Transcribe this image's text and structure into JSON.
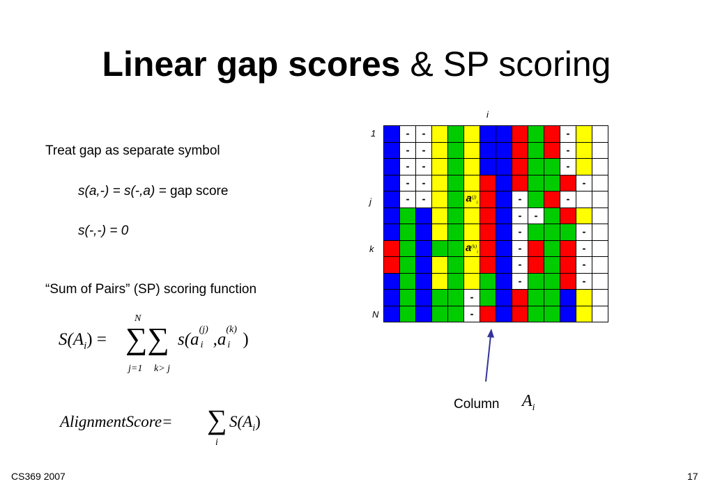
{
  "title": {
    "bold": "Linear gap scores",
    "rest": " & SP scoring"
  },
  "bullets": {
    "treat_gap": "Treat gap as separate symbol",
    "gap_rule_math": "s(a,-) = s(-,a) =",
    "gap_rule_text": " gap score",
    "double_gap": "s(-,-) = 0",
    "sp_function": "“Sum of Pairs” (SP) scoring function"
  },
  "formula1": {
    "lhs": "S(A",
    "lhs_sub": "i",
    "lhs_close": ") =",
    "upper": "N",
    "lower1": "j=1",
    "lower2": "k> j",
    "sigma": "∑∑",
    "term_a": "s(a",
    "sup_j": "(j)",
    "sub1": "i",
    "comma": ",a",
    "sup_k": "(k)",
    "sub2": "i",
    "close": ")"
  },
  "formula2": {
    "lhs": "AlignmentScore=",
    "sigma": "∑",
    "term": "S(A",
    "sub": "i",
    "close": ")",
    "lower": "i"
  },
  "grid": {
    "labels": {
      "i": "i",
      "row1": "1",
      "j": "j",
      "k": "k",
      "N": "N"
    },
    "palette": {
      "B": "#0000ff",
      "G": "#00cc00",
      "Y": "#ffff00",
      "R": "#ff0000",
      "W": "#ffffff"
    },
    "rows": [
      [
        "B",
        "-",
        "-",
        "Y",
        "G",
        "Y",
        "B",
        "B",
        "R",
        "G",
        "R",
        "-",
        "Y"
      ],
      [
        "B",
        "-",
        "-",
        "Y",
        "G",
        "Y",
        "B",
        "B",
        "R",
        "G",
        "R",
        "-",
        "Y"
      ],
      [
        "B",
        "-",
        "-",
        "Y",
        "G",
        "Y",
        "B",
        "B",
        "R",
        "G",
        "G",
        "-",
        "Y"
      ],
      [
        "B",
        "-",
        "-",
        "Y",
        "G",
        "Y",
        "R",
        "B",
        "R",
        "G",
        "G",
        "R",
        "-"
      ],
      [
        "B",
        "-",
        "-",
        "Y",
        "G",
        "aj",
        "R",
        "B",
        "-",
        "G",
        "R",
        "-"
      ],
      [
        "B",
        "G",
        "B",
        "Y",
        "G",
        "Y",
        "R",
        "B",
        "-",
        "-",
        "G",
        "R",
        "Y"
      ],
      [
        "B",
        "G",
        "B",
        "Y",
        "G",
        "Y",
        "R",
        "B",
        "-",
        "G",
        "G",
        "G",
        "-"
      ],
      [
        "R",
        "G",
        "B",
        "G",
        "G",
        "ak",
        "R",
        "B",
        "-",
        "R",
        "G",
        "R",
        "-"
      ],
      [
        "R",
        "G",
        "B",
        "Y",
        "G",
        "Y",
        "R",
        "B",
        "-",
        "R",
        "G",
        "R",
        "-"
      ],
      [
        "B",
        "G",
        "B",
        "Y",
        "G",
        "Y",
        "G",
        "B",
        "-",
        "G",
        "G",
        "R",
        "-"
      ],
      [
        "B",
        "G",
        "B",
        "G",
        "G",
        "-",
        "G",
        "B",
        "R",
        "G",
        "G",
        "B",
        "Y"
      ],
      [
        "B",
        "G",
        "B",
        "G",
        "G",
        "-",
        "R",
        "B",
        "R",
        "G",
        "G",
        "B",
        "Y"
      ]
    ],
    "cell_aj": "a",
    "cell_aj_sup": "(j)",
    "cell_aj_sub": "i",
    "cell_ak": "a",
    "cell_ak_sup": "(k)",
    "cell_ak_sub": "i"
  },
  "column_label": {
    "text": "Column",
    "math": "A",
    "sub": "i"
  },
  "arrow_color": "#333399",
  "footer": {
    "left": "CS369 2007",
    "right": "17"
  }
}
